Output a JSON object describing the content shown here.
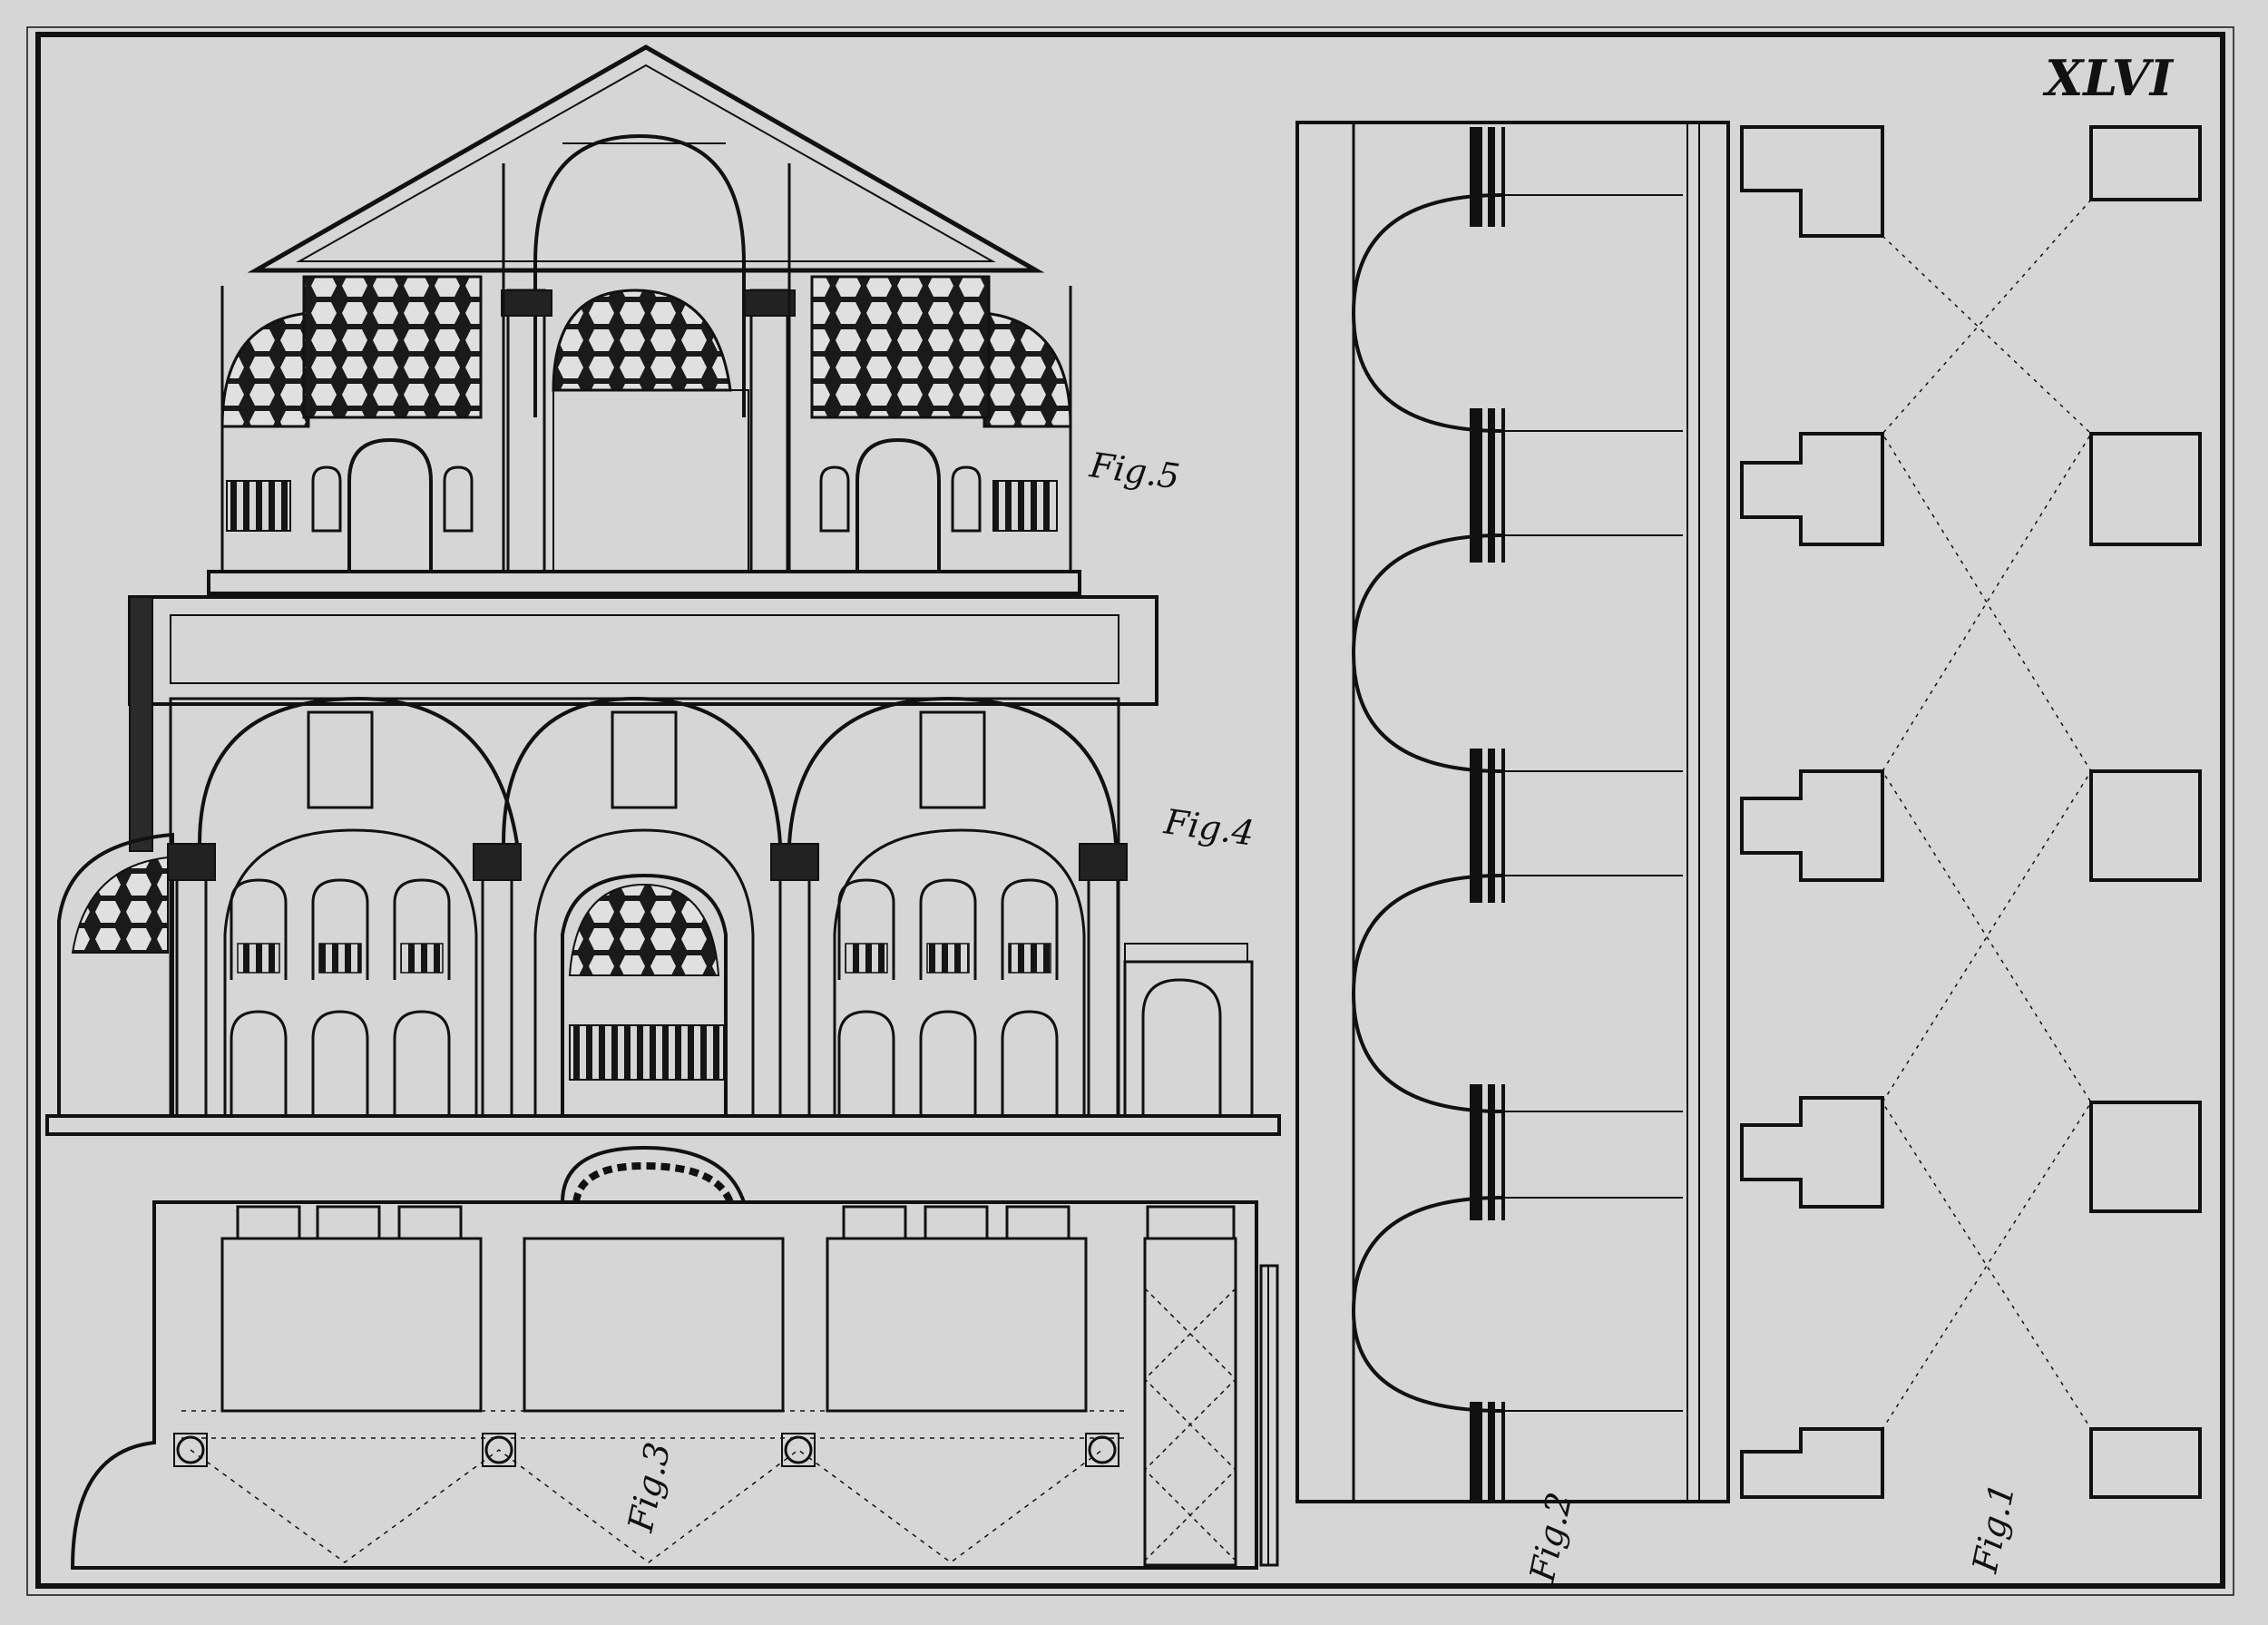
{
  "plate": {
    "number": "XLVI",
    "paper_color": "#d6d6d6",
    "ink_color": "#111111"
  },
  "figures": {
    "fig1": {
      "label": "Fig.1"
    },
    "fig2": {
      "label": "Fig.2"
    },
    "fig3": {
      "label": "Fig.3"
    },
    "fig4": {
      "label": "Fig.4"
    },
    "fig5": {
      "label": "Fig.5"
    }
  }
}
